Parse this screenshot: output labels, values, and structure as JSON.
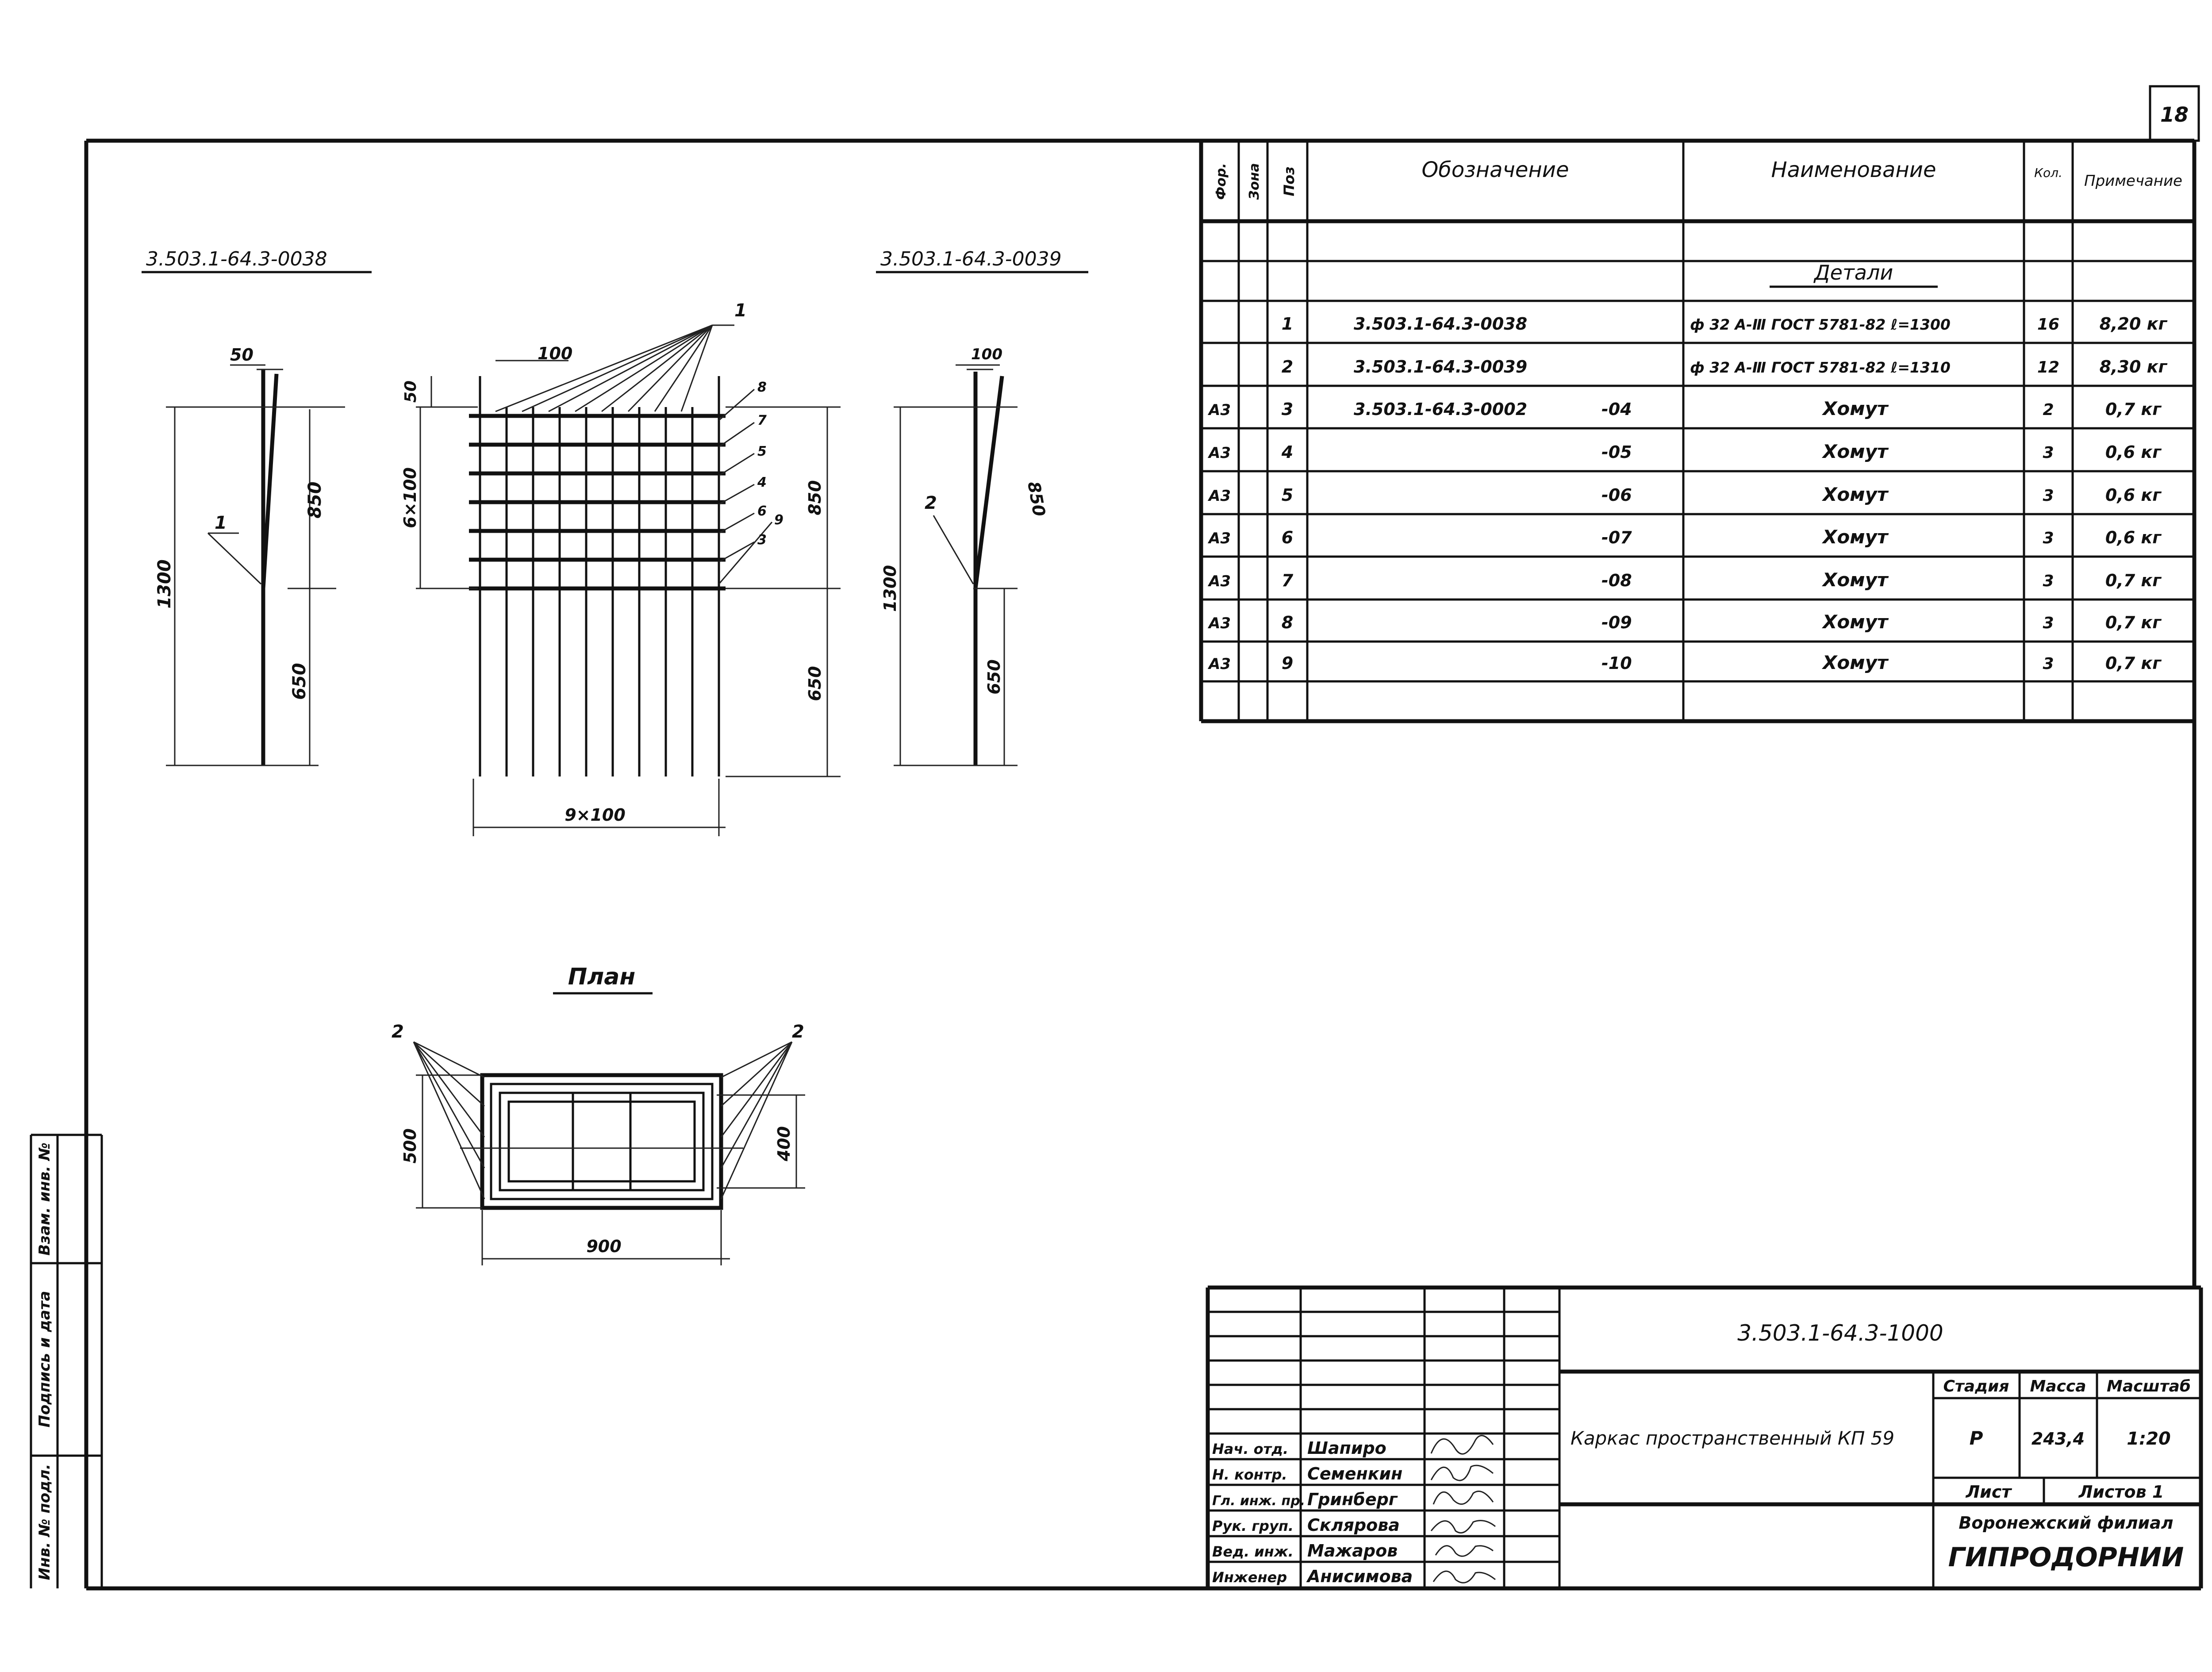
{
  "sheet_number": "18",
  "views": {
    "left_code": "3.503.1-64.3-0038",
    "right_code": "3.503.1-64.3-0039",
    "plan_title": "План"
  },
  "dims": {
    "d50": "50",
    "d100": "100",
    "d850": "850",
    "d650": "650",
    "d1300": "1300",
    "d6x100": "6×100",
    "d9x100": "9×100",
    "d500": "500",
    "d400": "400",
    "d900": "900"
  },
  "callouts": {
    "c1": "1",
    "c2": "2",
    "c3": "3",
    "c4": "4",
    "c5": "5",
    "c6": "6",
    "c7": "7",
    "c8": "8",
    "c9": "9"
  },
  "spec": {
    "headers": {
      "format": "Фор.",
      "zone": "Зона",
      "pos": "Поз",
      "designation": "Обозначение",
      "name": "Наименование",
      "qty": "Кол.",
      "note": "Примечание"
    },
    "section_title": "Детали",
    "rows": [
      {
        "format": "",
        "pos": "1",
        "designation": "3.503.1-64.3-0038",
        "suffix": "",
        "name": "ф 32 А-Ⅲ ГОСТ 5781-82  ℓ=1300",
        "qty": "16",
        "note": "8,20 кг"
      },
      {
        "format": "",
        "pos": "2",
        "designation": "3.503.1-64.3-0039",
        "suffix": "",
        "name": "ф 32 А-Ⅲ ГОСТ 5781-82  ℓ=1310",
        "qty": "12",
        "note": "8,30 кг"
      },
      {
        "format": "А3",
        "pos": "3",
        "designation": "3.503.1-64.3-0002",
        "suffix": "-04",
        "name": "Хомут",
        "qty": "2",
        "note": "0,7 кг"
      },
      {
        "format": "А3",
        "pos": "4",
        "designation": "",
        "suffix": "-05",
        "name": "Хомут",
        "qty": "3",
        "note": "0,6 кг"
      },
      {
        "format": "А3",
        "pos": "5",
        "designation": "",
        "suffix": "-06",
        "name": "Хомут",
        "qty": "3",
        "note": "0,6 кг"
      },
      {
        "format": "А3",
        "pos": "6",
        "designation": "",
        "suffix": "-07",
        "name": "Хомут",
        "qty": "3",
        "note": "0,6 кг"
      },
      {
        "format": "А3",
        "pos": "7",
        "designation": "",
        "suffix": "-08",
        "name": "Хомут",
        "qty": "3",
        "note": "0,7 кг"
      },
      {
        "format": "А3",
        "pos": "8",
        "designation": "",
        "suffix": "-09",
        "name": "Хомут",
        "qty": "3",
        "note": "0,7 кг"
      },
      {
        "format": "А3",
        "pos": "9",
        "designation": "",
        "suffix": "-10",
        "name": "Хомут",
        "qty": "3",
        "note": "0,7 кг"
      }
    ]
  },
  "title_block": {
    "doc_code": "3.503.1-64.3-1000",
    "title": "Каркас пространственный КП 59",
    "stage_label": "Стадия",
    "mass_label": "Масса",
    "scale_label": "Масштаб",
    "stage": "Р",
    "mass": "243,4",
    "scale": "1:20",
    "sheet_label": "Лист",
    "sheets_label": "Листов 1",
    "org_line1": "Воронежский филиал",
    "org_line2": "ГИПРОДОРНИИ",
    "people": [
      {
        "role": "Нач. отд.",
        "name": "Шапиро"
      },
      {
        "role": "Н. контр.",
        "name": "Семенкин"
      },
      {
        "role": "Гл. инж. пр.",
        "name": "Гринберг"
      },
      {
        "role": "Рук. груп.",
        "name": "Склярова"
      },
      {
        "role": "Вед. инж.",
        "name": "Мажаров"
      },
      {
        "role": "Инженер",
        "name": "Анисимова"
      }
    ]
  },
  "side_stamp": {
    "inv_orig": "Инв. № подл.",
    "sign_date": "Подпись и дата",
    "inv_replace": "Взам. инв. №"
  }
}
